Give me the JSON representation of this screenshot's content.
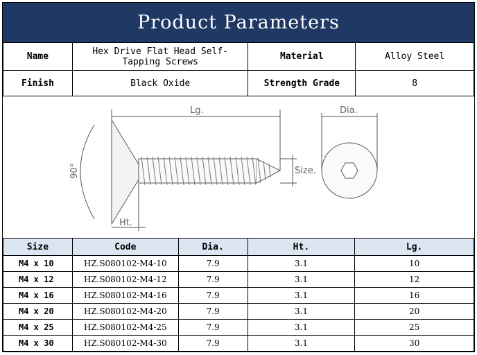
{
  "title": "Product Parameters",
  "params": {
    "name_label": "Name",
    "name_value": "Hex Drive Flat Head Self-Tapping Screws",
    "material_label": "Material",
    "material_value": "Alloy Steel",
    "finish_label": "Finish",
    "finish_value": "Black Oxide",
    "grade_label": "Strength Grade",
    "grade_value": "8"
  },
  "drawing": {
    "angle_label": "90°",
    "length_label": "Lg.",
    "head_height_label": "Ht.",
    "size_label": "Size.",
    "diameter_label": "Dia."
  },
  "specs": {
    "headers": [
      "Size",
      "Code",
      "Dia.",
      "Ht.",
      "Lg."
    ],
    "rows": [
      [
        "M4 x 10",
        "HZ.S080102-M4-10",
        "7.9",
        "3.1",
        "10"
      ],
      [
        "M4 x 12",
        "HZ.S080102-M4-12",
        "7.9",
        "3.1",
        "12"
      ],
      [
        "M4 x 16",
        "HZ.S080102-M4-16",
        "7.9",
        "3.1",
        "16"
      ],
      [
        "M4 x 20",
        "HZ.S080102-M4-20",
        "7.9",
        "3.1",
        "20"
      ],
      [
        "M4 x 25",
        "HZ.S080102-M4-25",
        "7.9",
        "3.1",
        "25"
      ],
      [
        "M4 x 30",
        "HZ.S080102-M4-30",
        "7.9",
        "3.1",
        "30"
      ]
    ]
  }
}
